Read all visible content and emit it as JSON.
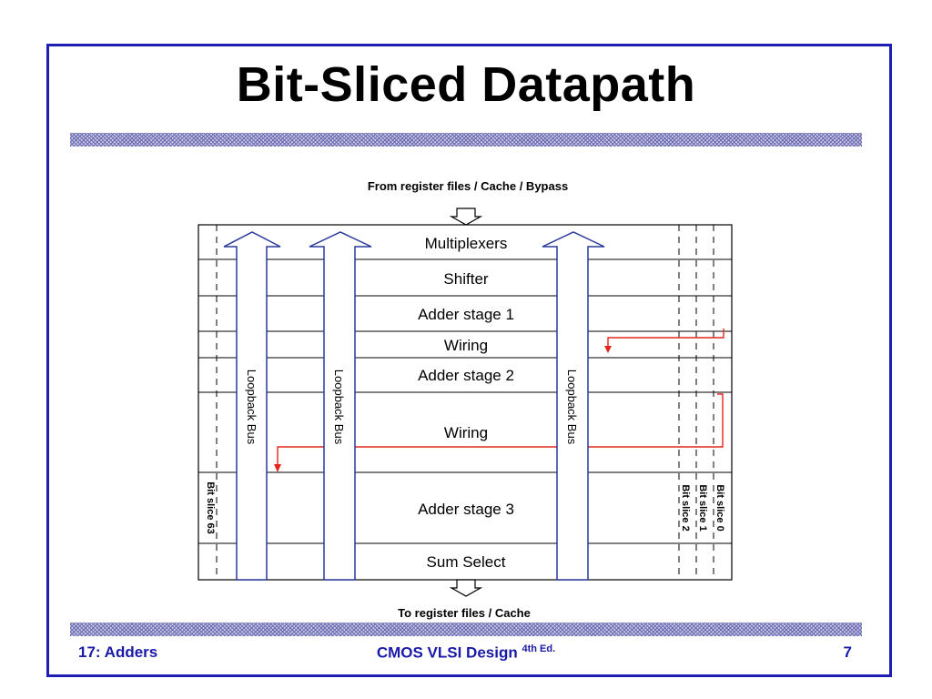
{
  "slide": {
    "title": "Bit-Sliced Datapath",
    "footer_left": "17: Adders",
    "footer_center": "CMOS VLSI Design",
    "footer_center_sup": "4th Ed.",
    "footer_right": "7"
  },
  "diagram": {
    "top_label": "From  register files / Cache / Bypass",
    "bottom_label": "To register files / Cache",
    "rows": [
      "Multiplexers",
      "Shifter",
      "Adder stage 1",
      "Wiring",
      "Adder stage 2",
      "Wiring",
      "Adder stage 3",
      "Sum Select"
    ],
    "bus_label": "Loopback Bus",
    "slice_left": "Bit slice 63",
    "slice_right": [
      "Bit slice 2",
      "Bit slice 1",
      "Bit slice 0"
    ]
  },
  "colors": {
    "frame": "#1f1fb3",
    "bus": "#2a3a9c",
    "wire": "#e3261c",
    "footer_text": "#1a1aa8"
  }
}
